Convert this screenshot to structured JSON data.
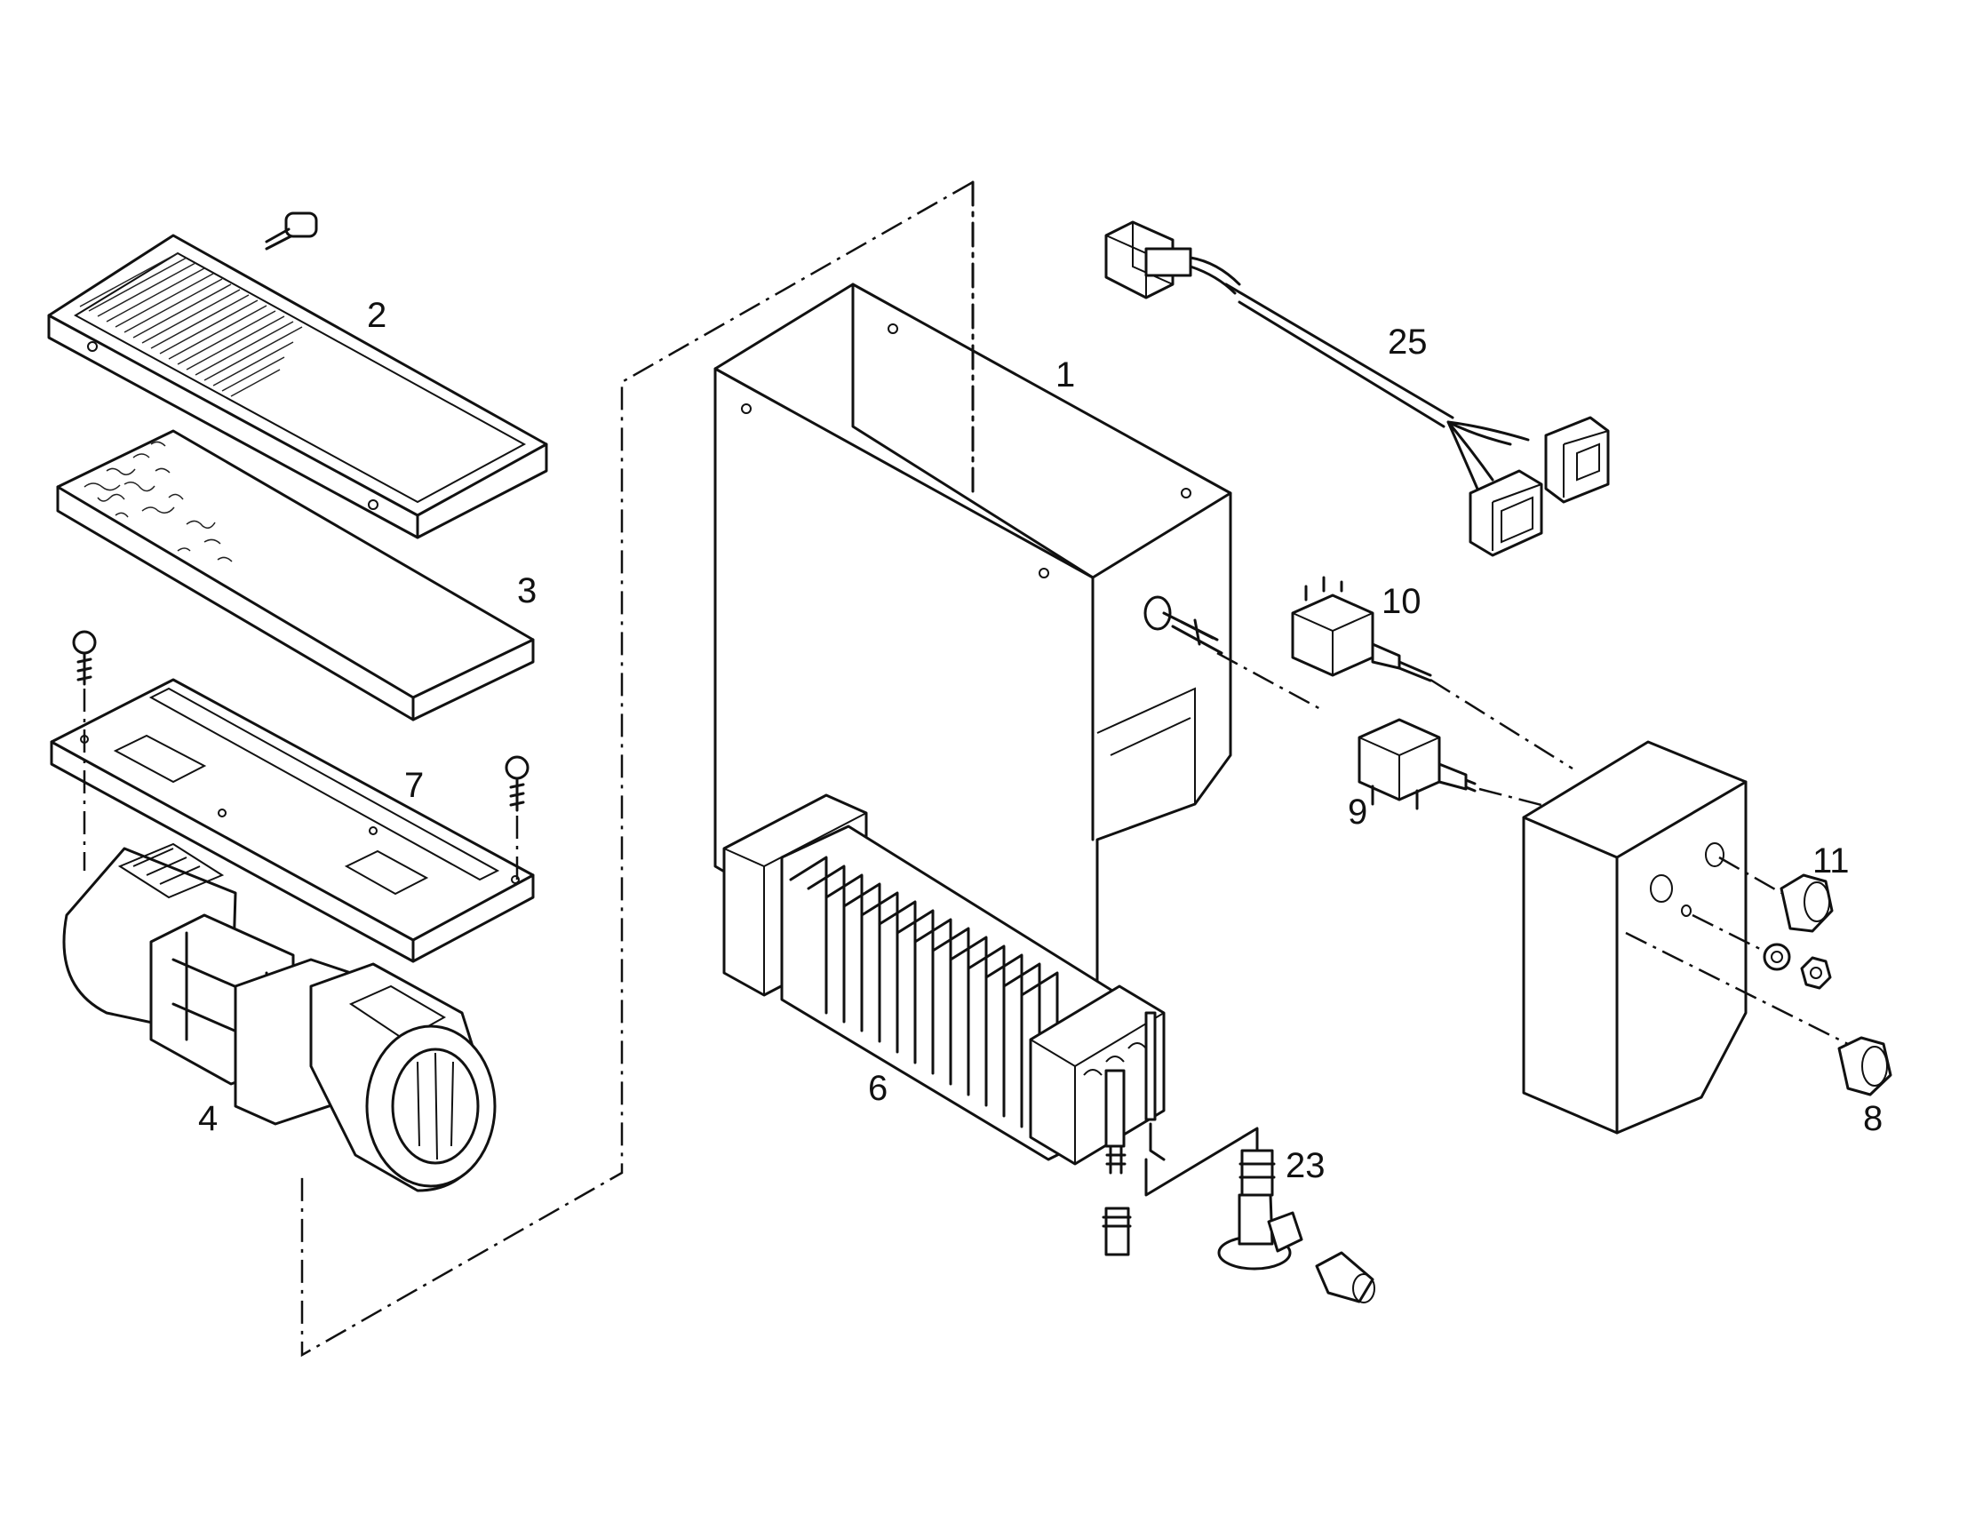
{
  "callouts": {
    "c1": "1",
    "c2": "2",
    "c3": "3",
    "c4": "4",
    "c6": "6",
    "c7": "7",
    "c8": "8",
    "c9": "9",
    "c10": "10",
    "c11": "11",
    "c23": "23",
    "c25": "25"
  }
}
